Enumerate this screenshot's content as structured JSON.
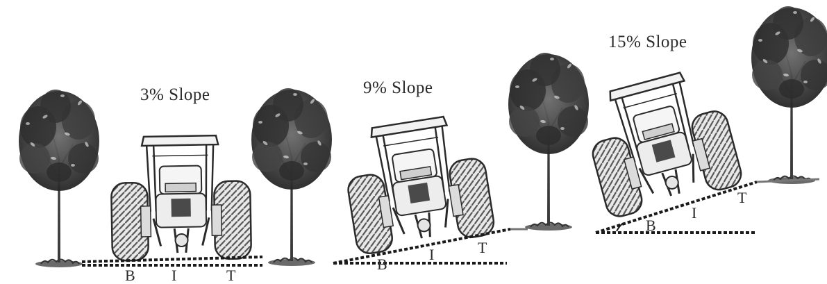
{
  "panels": [
    {
      "slope_label": "3% Slope",
      "zones": [
        "B",
        "I",
        "T"
      ]
    },
    {
      "slope_label": "9% Slope",
      "zones": [
        "B",
        "I",
        "T"
      ]
    },
    {
      "slope_label": "15% Slope",
      "zones": [
        "B",
        "I",
        "T"
      ]
    }
  ],
  "colors": {
    "ink": "#2a2a2a",
    "foliage": "#3a3a3a",
    "tire": "#4a4a4a",
    "background": "#ffffff"
  }
}
